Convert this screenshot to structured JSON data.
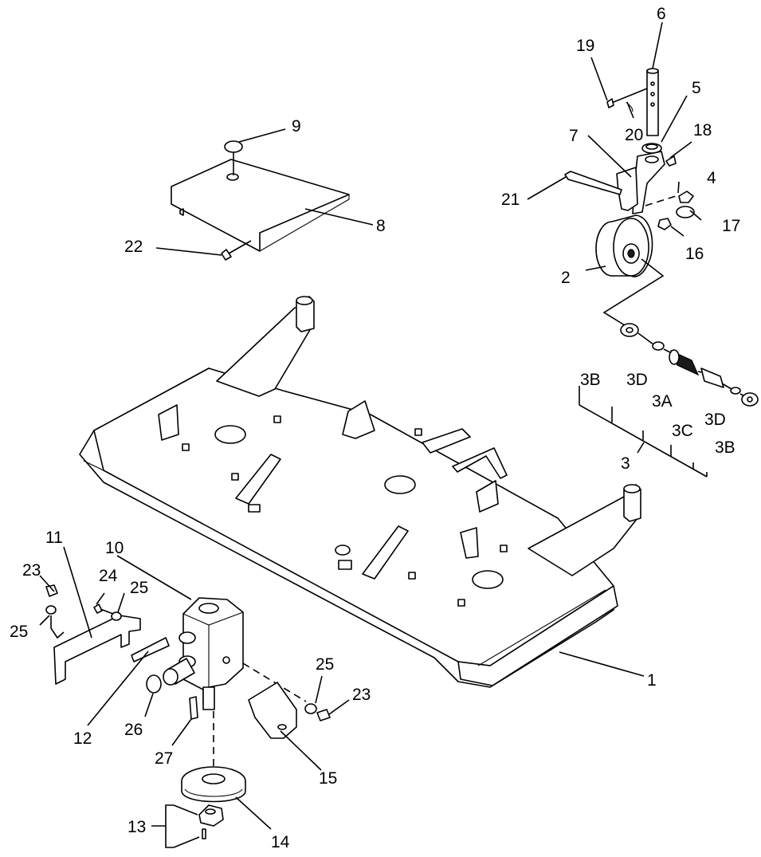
{
  "callouts": {
    "c1": "1",
    "c2": "2",
    "c3": "3",
    "c3a": "3A",
    "c3b_left": "3B",
    "c3b_right": "3B",
    "c3c": "3C",
    "c3d_left": "3D",
    "c3d_right": "3D",
    "c4": "4",
    "c5": "5",
    "c6": "6",
    "c7": "7",
    "c8": "8",
    "c9": "9",
    "c10": "10",
    "c11": "11",
    "c12": "12",
    "c13": "13",
    "c14": "14",
    "c15": "15",
    "c16": "16",
    "c17": "17",
    "c18": "18",
    "c19": "19",
    "c20": "20",
    "c21": "21",
    "c22": "22",
    "c23_left": "23",
    "c23_right": "23",
    "c24": "24",
    "c25_left": "25",
    "c25_mid": "25",
    "c25_right": "25",
    "c26": "26",
    "c27": "27"
  },
  "colors": {
    "line": "#000000",
    "background": "#ffffff"
  }
}
